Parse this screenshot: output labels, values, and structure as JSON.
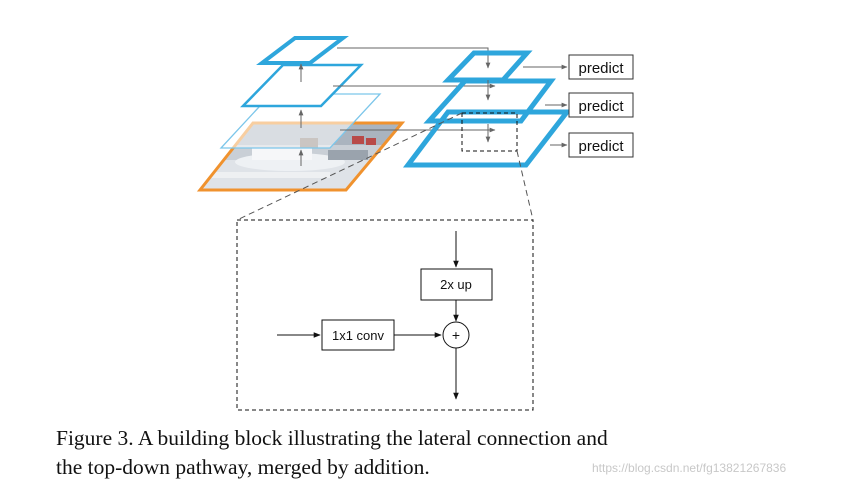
{
  "colors": {
    "pyramid_blue": "#2ea6dc",
    "image_orange": "#f0922e",
    "line": "#666666",
    "text": "#111111"
  },
  "predict_boxes": [
    "predict",
    "predict",
    "predict"
  ],
  "block": {
    "upsample_label": "2x up",
    "lateral_label": "1x1 conv",
    "merge_symbol": "+"
  },
  "caption": {
    "line1": "Figure 3. A building block illustrating the lateral connection and",
    "line2": "the top-down pathway, merged by addition."
  },
  "watermark": "https://blog.csdn.net/fg13821267836"
}
